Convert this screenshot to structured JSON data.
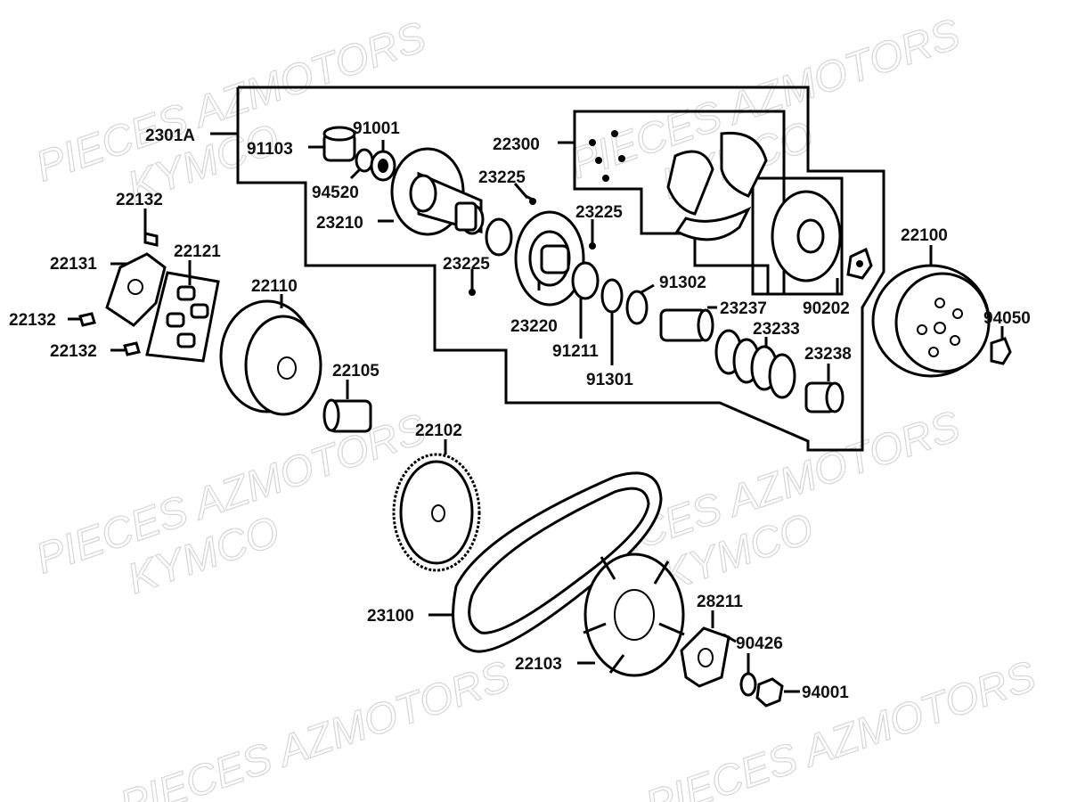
{
  "diagram": {
    "watermarks": [
      "PIECES AZMOTORS",
      "KYMCO"
    ],
    "part_labels": {
      "p2301A": "2301A",
      "p91103": "91103",
      "p91001": "91001",
      "p94520": "94520",
      "p23210": "23210",
      "p22300": "22300",
      "p23225a": "23225",
      "p23225b": "23225",
      "p23225c": "23225",
      "p23220": "23220",
      "p91211": "91211",
      "p91301": "91301",
      "p91302": "91302",
      "p23237": "23237",
      "p23233": "23233",
      "p23238": "23238",
      "p90202": "90202",
      "p22100": "22100",
      "p94050": "94050",
      "p22132a": "22132",
      "p22131": "22131",
      "p22121": "22121",
      "p22132b": "22132",
      "p22132c": "22132",
      "p22110": "22110",
      "p22105": "22105",
      "p22102": "22102",
      "p23100": "23100",
      "p22103": "22103",
      "p28211": "28211",
      "p90426": "90426",
      "p94001": "94001"
    }
  }
}
